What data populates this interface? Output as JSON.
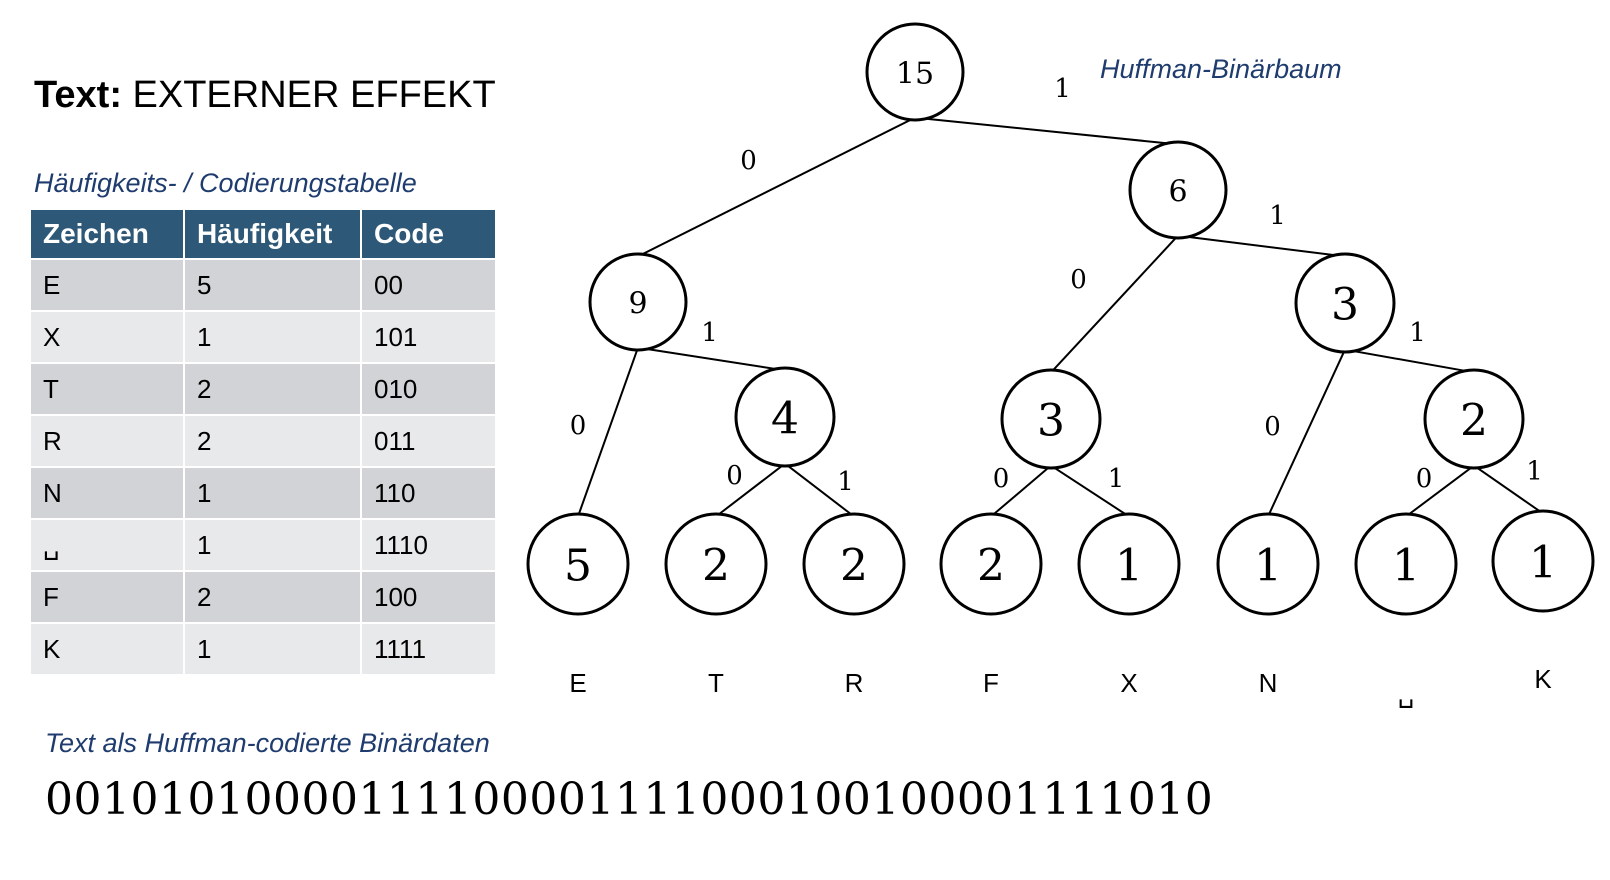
{
  "text_header": {
    "label": "Text:",
    "value": "EXTERNER EFFEKT"
  },
  "table": {
    "caption": "Häufigkeits- / Codierungstabelle",
    "headers": [
      "Zeichen",
      "Häufigkeit",
      "Code"
    ],
    "rows": [
      [
        "E",
        "5",
        "00"
      ],
      [
        "X",
        "1",
        "101"
      ],
      [
        "T",
        "2",
        "010"
      ],
      [
        "R",
        "2",
        "011"
      ],
      [
        "N",
        "1",
        "110"
      ],
      [
        "␣",
        "1",
        "1110"
      ],
      [
        "F",
        "2",
        "100"
      ],
      [
        "K",
        "1",
        "1111"
      ]
    ]
  },
  "tree": {
    "caption": "Huffman-Binärbaum",
    "nodes": [
      {
        "id": "root",
        "value": "15"
      },
      {
        "id": "n9",
        "value": "9"
      },
      {
        "id": "n6",
        "value": "6"
      },
      {
        "id": "n4",
        "value": "4"
      },
      {
        "id": "n3a",
        "value": "3"
      },
      {
        "id": "n3b",
        "value": "3"
      },
      {
        "id": "n2",
        "value": "2"
      },
      {
        "id": "E",
        "value": "5",
        "label": "E"
      },
      {
        "id": "T",
        "value": "2",
        "label": "T"
      },
      {
        "id": "R",
        "value": "2",
        "label": "R"
      },
      {
        "id": "F",
        "value": "2",
        "label": "F"
      },
      {
        "id": "X",
        "value": "1",
        "label": "X"
      },
      {
        "id": "N",
        "value": "1",
        "label": "N"
      },
      {
        "id": "SP",
        "value": "1",
        "label": "␣"
      },
      {
        "id": "K",
        "value": "1",
        "label": "K"
      }
    ],
    "edges": [
      {
        "from": "root",
        "to": "n9",
        "bit": "0"
      },
      {
        "from": "root",
        "to": "n6",
        "bit": "1"
      },
      {
        "from": "n9",
        "to": "E",
        "bit": "0"
      },
      {
        "from": "n9",
        "to": "n4",
        "bit": "1"
      },
      {
        "from": "n4",
        "to": "T",
        "bit": "0"
      },
      {
        "from": "n4",
        "to": "R",
        "bit": "1"
      },
      {
        "from": "n6",
        "to": "n3a",
        "bit": "0"
      },
      {
        "from": "n6",
        "to": "n3b",
        "bit": "1"
      },
      {
        "from": "n3a",
        "to": "F",
        "bit": "0"
      },
      {
        "from": "n3a",
        "to": "X",
        "bit": "1"
      },
      {
        "from": "n3b",
        "to": "N",
        "bit": "0"
      },
      {
        "from": "n3b",
        "to": "n2",
        "bit": "1"
      },
      {
        "from": "n2",
        "to": "SP",
        "bit": "0"
      },
      {
        "from": "n2",
        "to": "K",
        "bit": "1"
      }
    ]
  },
  "binary": {
    "caption": "Text als Huffman-codierte Binärdaten",
    "value": "00101010000111100001111000100100001111010"
  }
}
